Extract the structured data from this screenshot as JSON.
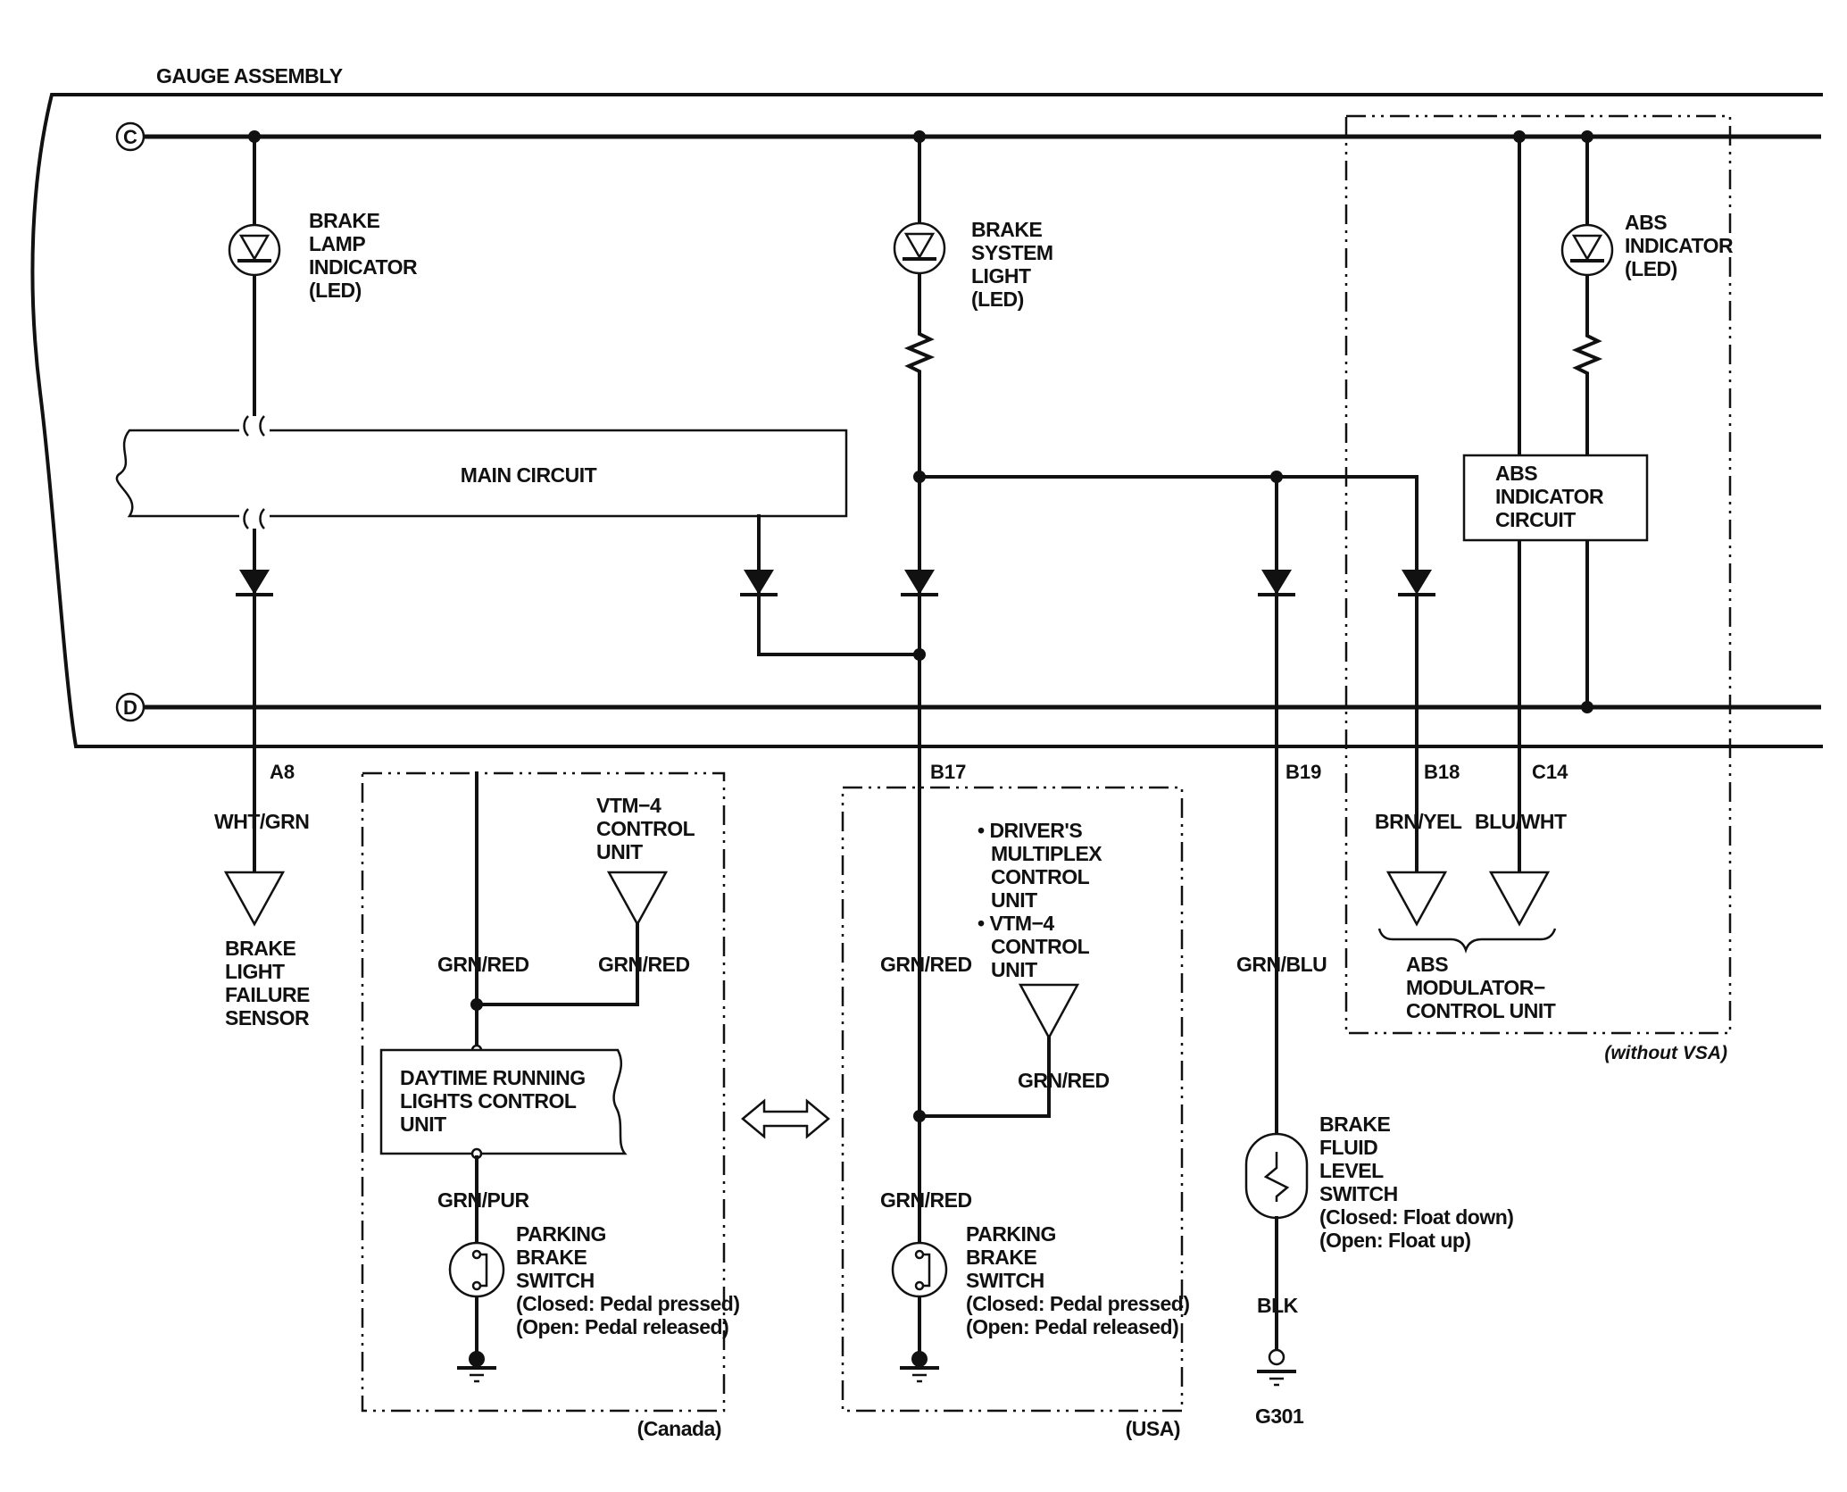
{
  "assembly": {
    "title": "GAUGE ASSEMBLY",
    "bus_c": "C",
    "bus_d": "D"
  },
  "brake_lamp": {
    "lines": [
      "BRAKE",
      "LAMP",
      "INDICATOR",
      "(LED)"
    ]
  },
  "brake_system": {
    "lines": [
      "BRAKE",
      "SYSTEM",
      "LIGHT",
      "(LED)"
    ]
  },
  "abs_indicator": {
    "lines": [
      "ABS",
      "INDICATOR",
      "(LED)"
    ]
  },
  "main_circuit": {
    "label": "MAIN CIRCUIT"
  },
  "abs_circuit": {
    "lines": [
      "ABS",
      "INDICATOR",
      "CIRCUIT"
    ]
  },
  "terminals": {
    "a8": "A8",
    "b17": "B17",
    "b19": "B19",
    "b18": "B18",
    "c14": "C14"
  },
  "wires": {
    "wht_grn": "WHT/GRN",
    "grn_red_canada_1": "GRN/RED",
    "grn_red_canada_2": "GRN/RED",
    "grn_pur": "GRN/PUR",
    "grn_red_usa_1": "GRN/RED",
    "grn_red_usa_2": "GRN/RED",
    "grn_red_usa_3": "GRN/RED",
    "grn_blu": "GRN/BLU",
    "brn_yel": "BRN/YEL",
    "blu_wht": "BLU/WHT",
    "blk": "BLK"
  },
  "brake_light_sensor": {
    "lines": [
      "BRAKE",
      "LIGHT",
      "FAILURE",
      "SENSOR"
    ]
  },
  "canada": {
    "vtm4": [
      "VTM−4",
      "CONTROL",
      "UNIT"
    ],
    "drl": [
      "DAYTIME RUNNING",
      "LIGHTS CONTROL",
      "UNIT"
    ],
    "pbs": [
      "PARKING",
      "BRAKE",
      "SWITCH",
      "(Closed: Pedal pressed)",
      "(Open: Pedal released)"
    ],
    "region": "(Canada)"
  },
  "usa": {
    "units": [
      "• DRIVER'S",
      "MULTIPLEX",
      "CONTROL",
      "UNIT",
      "• VTM−4",
      "CONTROL",
      "UNIT"
    ],
    "pbs": [
      "PARKING",
      "BRAKE",
      "SWITCH",
      "(Closed: Pedal pressed)",
      "(Open: Pedal released)"
    ],
    "region": "(USA)"
  },
  "fluid_switch": {
    "lines": [
      "BRAKE",
      "FLUID",
      "LEVEL",
      "SWITCH",
      "(Closed: Float down)",
      "(Open: Float up)"
    ]
  },
  "ground": {
    "g301": "G301"
  },
  "abs_modulator": {
    "lines": [
      "ABS",
      "MODULATOR−",
      "CONTROL UNIT"
    ],
    "region": "(without VSA)"
  }
}
